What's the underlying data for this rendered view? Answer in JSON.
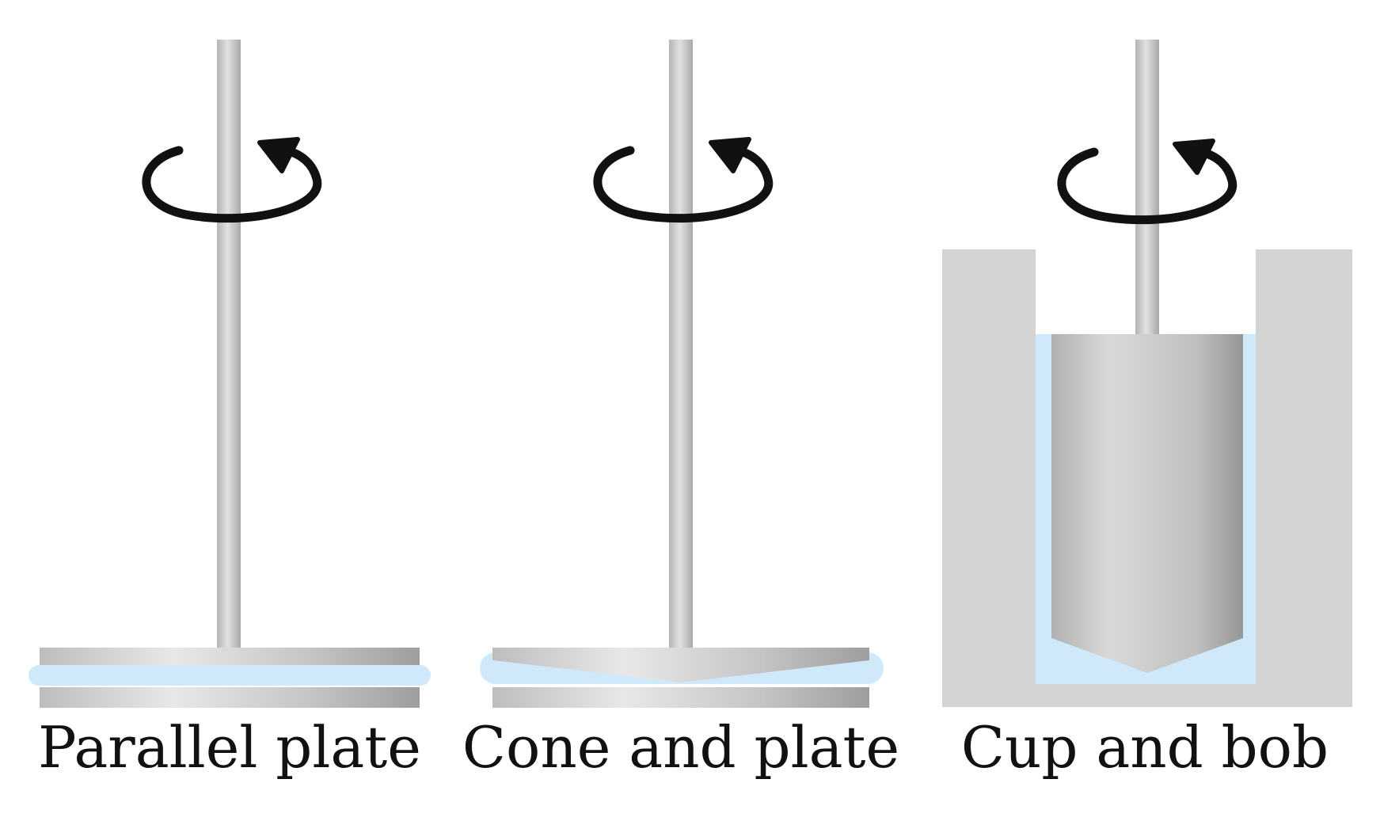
{
  "captions": {
    "parallel_plate": "Parallel plate",
    "cone_and_plate": "Cone and plate",
    "cup_and_bob": "Cup and bob"
  },
  "icons": {
    "rotation": "rotation-arrow-icon"
  },
  "colors": {
    "fluid": "#cfe9fb",
    "metal_light": "#e6e6e6",
    "metal_dark": "#9e9e9e",
    "cup": "#d3d3d3",
    "arrow": "#111111",
    "text": "#111111",
    "background": "#ffffff"
  }
}
